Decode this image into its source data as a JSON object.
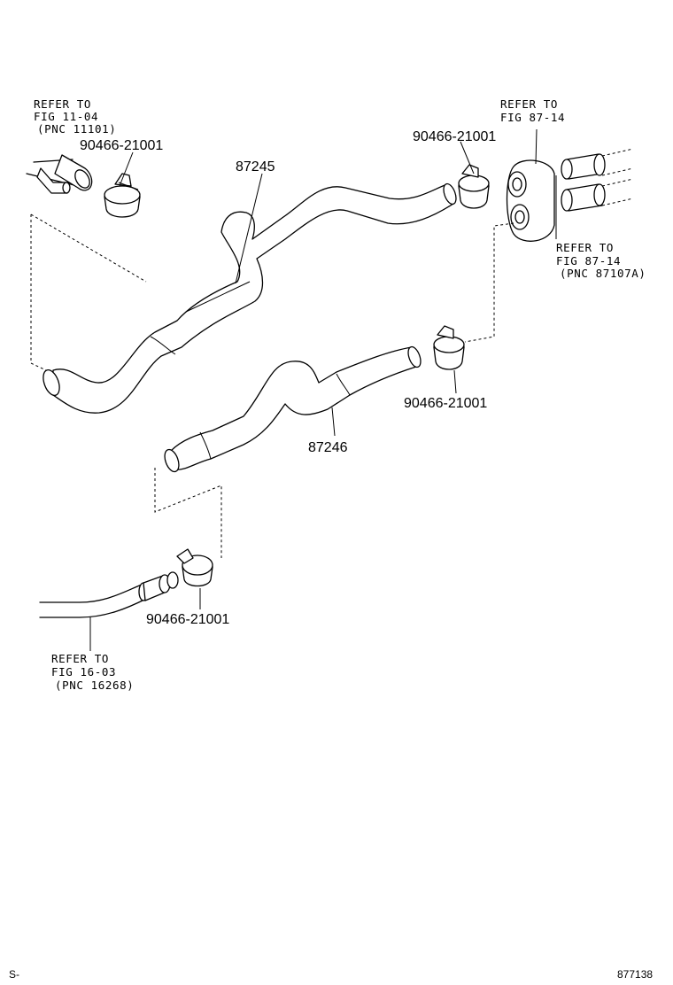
{
  "callouts": {
    "top_left_clamp": "90466-21001",
    "top_right_clamp": "90466-21001",
    "mid_right_clamp": "90466-21001",
    "bottom_clamp": "90466-21001",
    "upper_hose": "87245",
    "lower_hose": "87246"
  },
  "refs": {
    "ref1": [
      "REFER TO",
      "FIG 11-04",
      "(PNC 11101)"
    ],
    "ref2": [
      "REFER TO",
      "FIG 87-14"
    ],
    "ref3": [
      "REFER TO",
      "FIG 87-14",
      "(PNC 87107A)"
    ],
    "ref4": [
      "REFER TO",
      "FIG 16-03",
      "(PNC 16268)"
    ]
  },
  "footer": {
    "left_code": "S-",
    "illustration_number": "877138"
  }
}
